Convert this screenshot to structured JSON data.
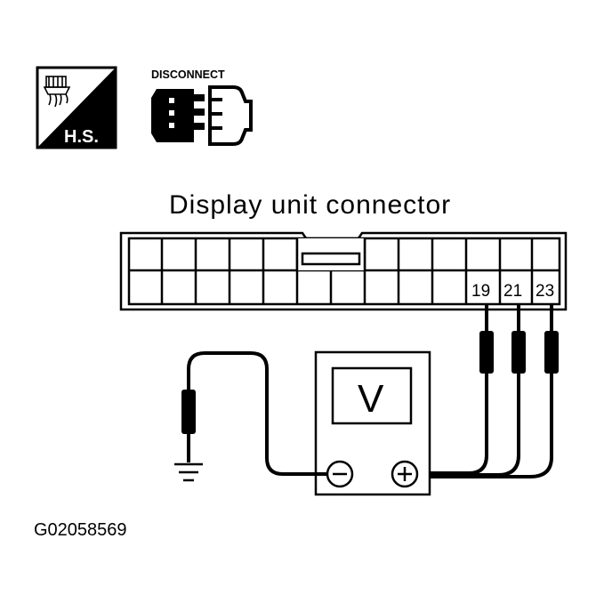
{
  "icons": {
    "hs": {
      "label": "H.S.",
      "name": "harness-side-icon"
    },
    "disconnect": {
      "label": "DISCONNECT",
      "name": "disconnect-connector-icon"
    }
  },
  "connector": {
    "title": "Display unit connector",
    "terminals": [
      "19",
      "21",
      "23"
    ]
  },
  "meter": {
    "symbol": "V",
    "negative": "−",
    "positive": "+"
  },
  "figure_code": "G02058569"
}
